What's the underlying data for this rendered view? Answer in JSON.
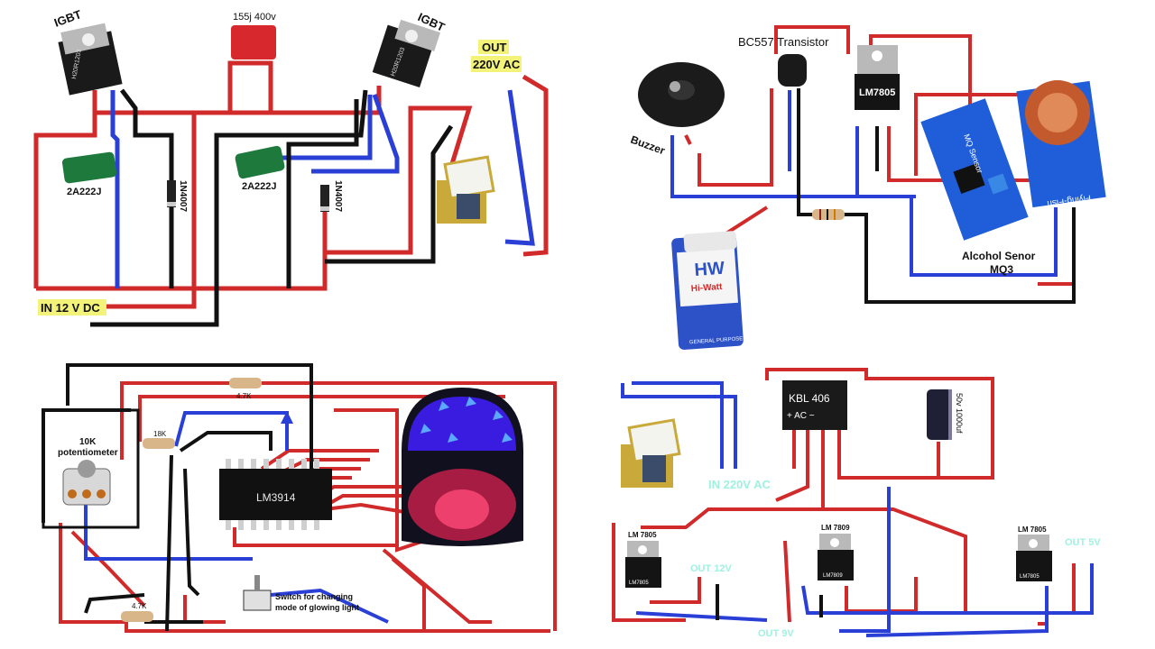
{
  "colors": {
    "wire_red": "#d12a2a",
    "wire_blue": "#2a3fd6",
    "wire_black": "#111111",
    "out_green": "#9ff2e0",
    "highlight_yellow": "#f3f37a",
    "pcb_blue": "#1f5ed8",
    "capacitor_red": "#d7282e",
    "capacitor_green": "#1e7a3c",
    "chip_black": "#111111",
    "led_blue": "#3a1ce0",
    "battery_blue": "#2d52c8"
  },
  "panels": {
    "inverter": {
      "igbt_left": "IGBT",
      "igbt_right": "IGBT",
      "igbt_part": "H20R1203",
      "capacitor_top": "155j 400v",
      "output_label_line1": "OUT",
      "output_label_line2": "220V AC",
      "cap_left": "2A222J",
      "cap_right": "2A222J",
      "diode_left": "1N4007",
      "diode_right": "1N4007",
      "input_label": "IN 12 V DC"
    },
    "alcohol": {
      "transistor": "BC557 Transistor",
      "regulator": "LM7805",
      "buzzer": "Buzzer",
      "sensor_line1": "Alcohol Senor",
      "sensor_line2": "MQ3",
      "battery_brand": "HW",
      "battery_name": "Hi-Watt",
      "battery_foot": "GENERAL PURPOSE",
      "sensor_board_text": "MQ Sensor",
      "sensor_board_brand": "Flying-Fish"
    },
    "led_driver": {
      "resistor_top": "4.7K",
      "resistor_mid": "18K",
      "resistor_bottom": "4.7K",
      "pot_line1": "10K",
      "pot_line2": "potentiometer",
      "chip": "LM3914",
      "switch_line1": "Switch for changing",
      "switch_line2": "mode of glowing light"
    },
    "power_supply": {
      "bridge": "KBL 406",
      "bridge_pins": "+   AC  −",
      "capacitor": "50v 1000uf",
      "input_label": "IN 220V AC",
      "reg1": "LM 7805",
      "reg2": "LM 7809",
      "reg3": "LM 7805",
      "reg1_body": "LM7805",
      "reg2_body": "LM7809",
      "reg3_body": "LM7805",
      "out1": "OUT 12V",
      "out2": "OUT 9V",
      "out3": "OUT 5V"
    }
  }
}
